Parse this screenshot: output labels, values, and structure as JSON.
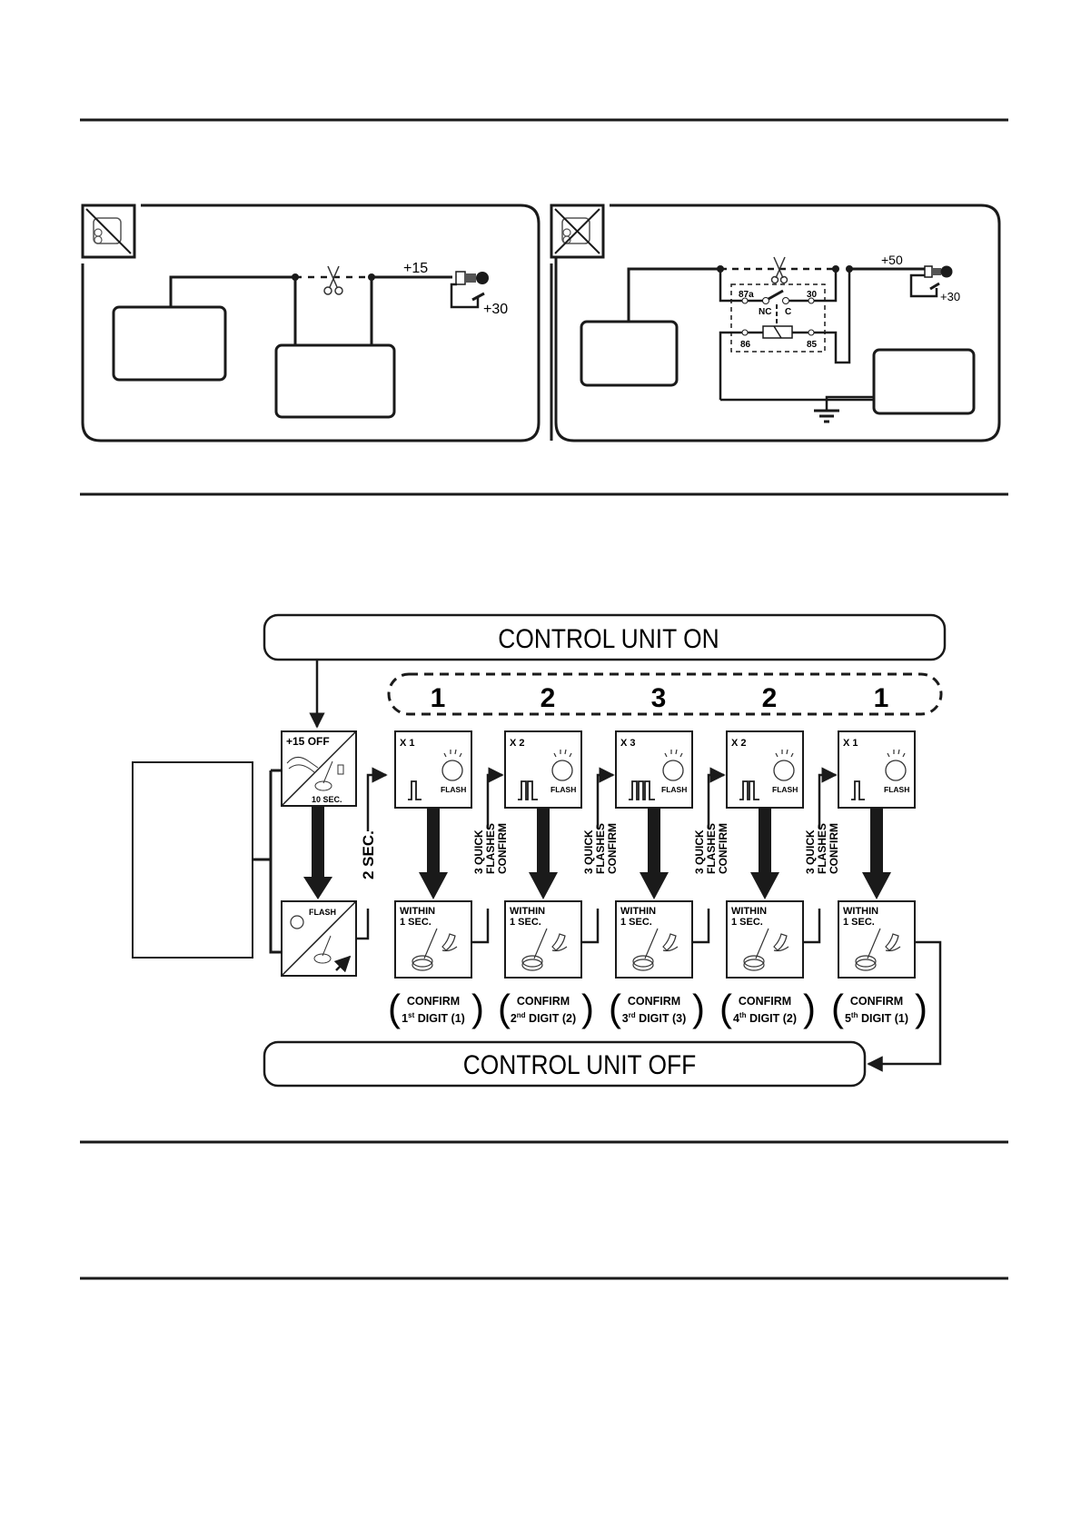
{
  "wiring_left": {
    "label_plus15": "+15",
    "label_plus30": "+30",
    "icon": "engine-disabled-icon"
  },
  "wiring_right": {
    "label_plus50": "+50",
    "label_plus30": "+30",
    "relay": {
      "pin_87a": "87a",
      "pin_30": "30",
      "pin_nc": "NC",
      "pin_c": "C",
      "pin_86": "86",
      "pin_85": "85"
    },
    "icon": "engine-disabled-crossed-icon"
  },
  "flow": {
    "start_label": "CONTROL UNIT ON",
    "end_label": "CONTROL UNIT OFF",
    "code_digits": [
      "1",
      "2",
      "3",
      "2",
      "1"
    ],
    "entry": {
      "top_label": "+15 OFF",
      "top_duration": "10 SEC.",
      "bottom_label": "FLASH",
      "delay_label": "2 SEC."
    },
    "steps": [
      {
        "count": "X 1",
        "flash": "FLASH",
        "within": "WITHIN",
        "within2": "1 SEC.",
        "confirm": "CONFIRM",
        "ordinal": "1",
        "suffix": "st",
        "digit_text": "DIGIT (1)",
        "pulses": 1
      },
      {
        "count": "X 2",
        "flash": "FLASH",
        "within": "WITHIN",
        "within2": "1 SEC.",
        "confirm": "CONFIRM",
        "ordinal": "2",
        "suffix": "nd",
        "digit_text": "DIGIT (2)",
        "pulses": 2
      },
      {
        "count": "X 3",
        "flash": "FLASH",
        "within": "WITHIN",
        "within2": "1 SEC.",
        "confirm": "CONFIRM",
        "ordinal": "3",
        "suffix": "rd",
        "digit_text": "DIGIT (3)",
        "pulses": 3
      },
      {
        "count": "X 2",
        "flash": "FLASH",
        "within": "WITHIN",
        "within2": "1 SEC.",
        "confirm": "CONFIRM",
        "ordinal": "4",
        "suffix": "th",
        "digit_text": "DIGIT (2)",
        "pulses": 2
      },
      {
        "count": "X 1",
        "flash": "FLASH",
        "within": "WITHIN",
        "within2": "1 SEC.",
        "confirm": "CONFIRM",
        "ordinal": "5",
        "suffix": "th",
        "digit_text": "DIGIT (1)",
        "pulses": 1
      }
    ],
    "between_label": [
      "3 QUICK",
      "FLASHES",
      "CONFIRM"
    ]
  }
}
